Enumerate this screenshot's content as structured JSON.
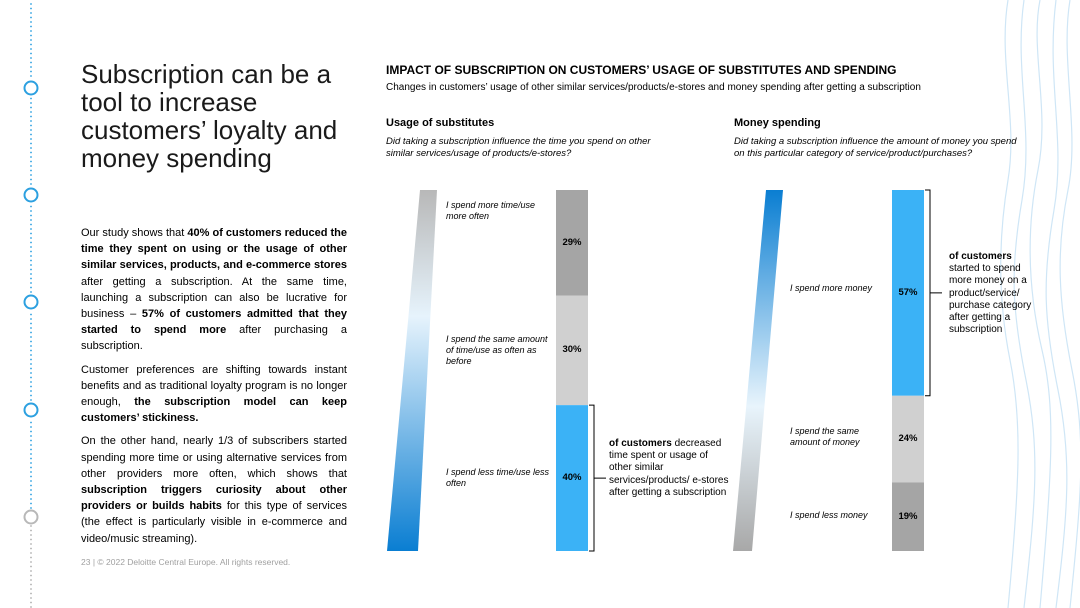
{
  "page": {
    "title": "Subscription can be a tool to increase customers’ loyalty and money spending",
    "paragraphs": [
      [
        {
          "t": "Our study shows that ",
          "b": false
        },
        {
          "t": "40% of customers reduced the time they spent on using or the usage of other similar services, products, and e-commerce stores",
          "b": true
        },
        {
          "t": " after getting a subscription. At the same time, launching a subscription can also be lucrative for business – ",
          "b": false
        },
        {
          "t": "57% of customers admitted that they started to spend more",
          "b": true
        },
        {
          "t": " after purchasing a subscription.",
          "b": false
        }
      ],
      [
        {
          "t": "Customer preferences are shifting towards instant benefits and as traditional loyalty program is no longer enough, ",
          "b": false
        },
        {
          "t": "the subscription model can keep customers’ stickiness.",
          "b": true
        }
      ],
      [
        {
          "t": "On the other hand, nearly 1/3 of subscribers started spending more time or using alternative services from other providers more often, which shows that ",
          "b": false
        },
        {
          "t": "subscription triggers curiosity about other providers or builds habits",
          "b": true
        },
        {
          "t": " for this type of services (the effect is particularly visible in e-commerce and video/music streaming).",
          "b": false
        }
      ]
    ],
    "footer": "23  |  © 2022 Deloitte Central Europe. All rights reserved."
  },
  "colors": {
    "dark_gray": "#a5a5a5",
    "light_gray": "#d0d0d0",
    "blue": "#3bb2f6",
    "deep_blue": "#0a7ed2",
    "timeline": "#2ca0e0"
  },
  "chart_data": [
    {
      "type": "bar",
      "stacked": true,
      "title": "IMPACT OF SUBSCRIPTION ON CUSTOMERS’ USAGE OF SUBSTITUTES AND SPENDING",
      "subtitle": "Changes in customers’ usage of other similar services/products/e-stores and money spending after getting a subscription",
      "panel": "Usage of substitutes",
      "question": "Did taking a subscription influence the time you spend on other similar services/usage of products/e-stores?",
      "unit": "%",
      "segments": [
        {
          "label": "I spend more time/use more often",
          "value": 29,
          "display": "29%",
          "color": "#a5a5a5"
        },
        {
          "label": "I spend the same amount of time/use as often as before",
          "value": 30,
          "display": "30%",
          "color": "#d0d0d0"
        },
        {
          "label": "I spend less time/use less often",
          "value": 40,
          "display": "40%",
          "color": "#3bb2f6"
        }
      ],
      "annotation": {
        "bold": "of customers",
        "text": " decreased time spent or usage of other similar services/products/ e-stores after getting a subscription",
        "target": "I spend less time/use less often"
      }
    },
    {
      "type": "bar",
      "stacked": true,
      "panel": "Money spending",
      "question": "Did taking a subscription influence the amount of money you spend on this particular category of service/product/purchases?",
      "unit": "%",
      "segments": [
        {
          "label": "I spend more money",
          "value": 57,
          "display": "57%",
          "color": "#3bb2f6"
        },
        {
          "label": "I spend the same amount of money",
          "value": 24,
          "display": "24%",
          "color": "#d0d0d0"
        },
        {
          "label": "I spend less money",
          "value": 19,
          "display": "19%",
          "color": "#a5a5a5"
        }
      ],
      "annotation": {
        "bold": "of customers",
        "text": " started to spend more money on a product/service/ purchase category after getting a subscription",
        "target": "I spend more money"
      }
    }
  ]
}
